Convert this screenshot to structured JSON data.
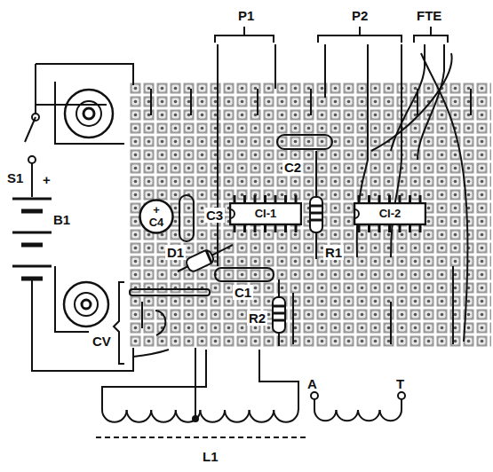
{
  "diagram": {
    "nodes": [
      {
        "text": [
          "+",
          "C4"
        ]
      },
      {
        "text": [
          "CI-1"
        ]
      },
      {
        "text": [
          "CI-2"
        ]
      }
    ],
    "labels": [
      "P1",
      "P2",
      "FTE",
      "S1",
      "+",
      "B1",
      "C3",
      "C2",
      "R1",
      "D1",
      "C1",
      "R2",
      "CV",
      "L1",
      "A",
      "T"
    ]
  }
}
